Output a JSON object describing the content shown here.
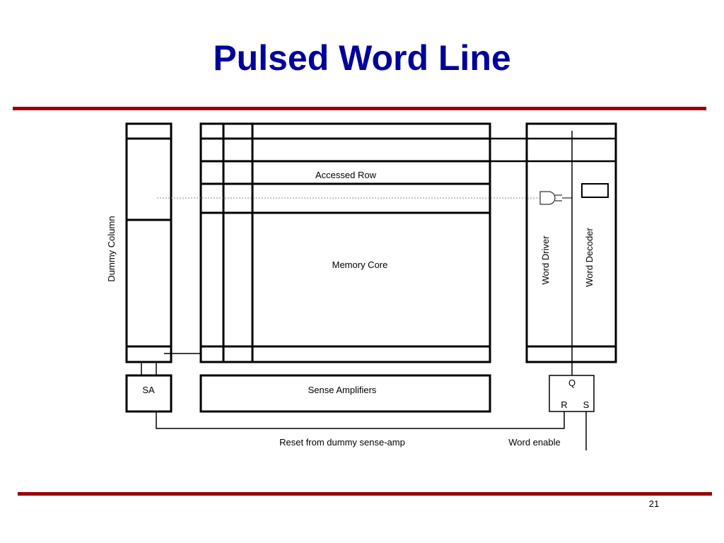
{
  "slide": {
    "title": "Pulsed Word Line",
    "page_number": "21",
    "rule_color": "#990000",
    "title_color": "#00009c"
  },
  "diagram": {
    "labels": {
      "dummy_column": "Dummy Column",
      "accessed_row": "Accessed Row",
      "memory_core": "Memory Core",
      "word_driver": "Word Driver",
      "word_decoder": "Word Decoder",
      "sa": "SA",
      "sense_amplifiers": "Sense Amplifiers",
      "q": "Q",
      "r": "R",
      "s": "S",
      "reset": "Reset from dummy sense-amp",
      "word_enable": "Word enable"
    }
  }
}
